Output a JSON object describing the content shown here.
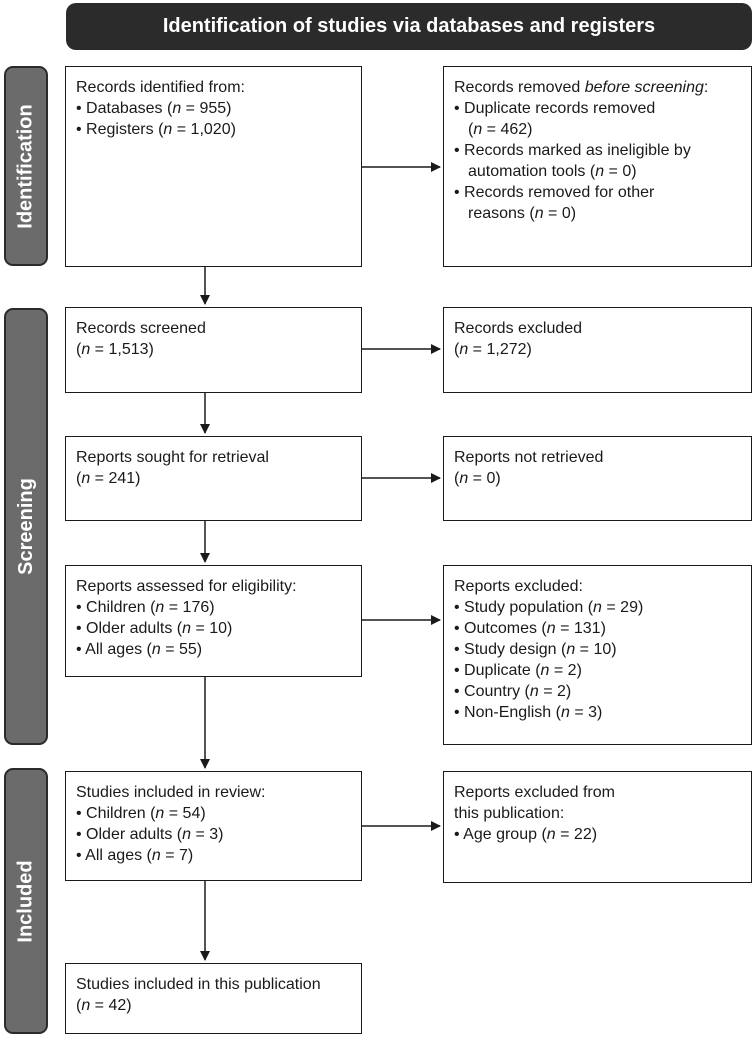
{
  "header": "Identification of studies via databases and registers",
  "phases": {
    "identification": "Identification",
    "screening": "Screening",
    "included": "Included"
  },
  "boxes": {
    "identified": {
      "title": "Records identified from:",
      "items": [
        "• Databases (n = 955)",
        "• Registers (n = 1,020)"
      ]
    },
    "removed": {
      "title": "Records removed before screening:",
      "items": [
        "• Duplicate records removed",
        "(n = 462)",
        "• Records marked as ineligible by",
        "automation tools (n = 0)",
        "• Records removed for other",
        "reasons (n = 0)"
      ]
    },
    "screened": {
      "title": "Records screened",
      "n": "(n = 1,513)"
    },
    "excluded": {
      "title": "Records excluded",
      "n": "(n = 1,272)"
    },
    "sought": {
      "title": "Reports sought for retrieval",
      "n": "(n = 241)"
    },
    "not_retrieved": {
      "title": "Reports not retrieved",
      "n": "(n = 0)"
    },
    "assessed": {
      "title": "Reports assessed for eligibility:",
      "items": [
        "• Children (n = 176)",
        "• Older adults (n = 10)",
        "• All ages (n = 55)"
      ]
    },
    "reports_excluded": {
      "title": "Reports excluded:",
      "items": [
        "• Study population (n = 29)",
        "• Outcomes (n = 131)",
        "• Study design (n = 10)",
        "• Duplicate (n = 2)",
        "• Country (n = 2)",
        "• Non-English (n = 3)"
      ]
    },
    "included_review": {
      "title": "Studies included in review:",
      "items": [
        "• Children (n = 54)",
        "• Older adults (n = 3)",
        "• All ages (n = 7)"
      ]
    },
    "excluded_publication": {
      "title": "Reports excluded from",
      "title2": "this publication:",
      "items": [
        "• Age group (n = 22)"
      ]
    },
    "included_publication": {
      "title": "Studies included in this publication",
      "n": "(n = 42)"
    }
  }
}
